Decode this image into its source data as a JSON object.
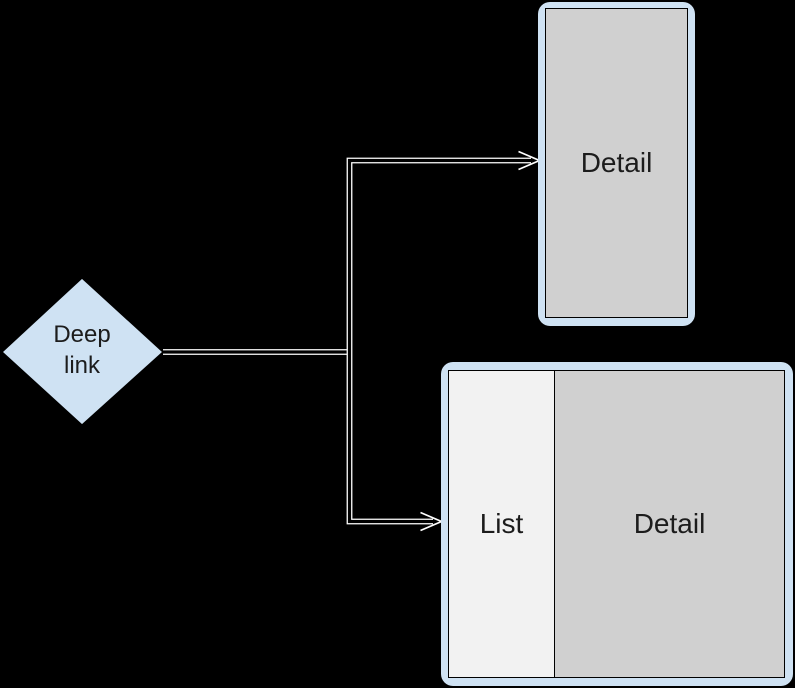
{
  "colors": {
    "background": "#000000",
    "node_fill": "#cfe2f3",
    "frame_fill": "#cfe2f3",
    "screen_fill": "#d0d0d0",
    "list_fill": "#f2f2f2",
    "connector": "#ffffff",
    "text": "#1c1c1c"
  },
  "nodes": {
    "deep_link": {
      "shape": "diamond",
      "label": "Deep link",
      "lines": [
        "Deep",
        "link"
      ]
    },
    "detail_screen": {
      "shape": "phone-frame",
      "label": "Detail"
    },
    "list_detail_screen": {
      "shape": "split-screen-frame",
      "panes": {
        "list_label": "List",
        "detail_label": "Detail"
      }
    }
  },
  "connections": [
    {
      "from": "deep_link",
      "to": "detail_screen",
      "arrow": "open"
    },
    {
      "from": "deep_link",
      "to": "list_detail_screen",
      "arrow": "open"
    }
  ]
}
